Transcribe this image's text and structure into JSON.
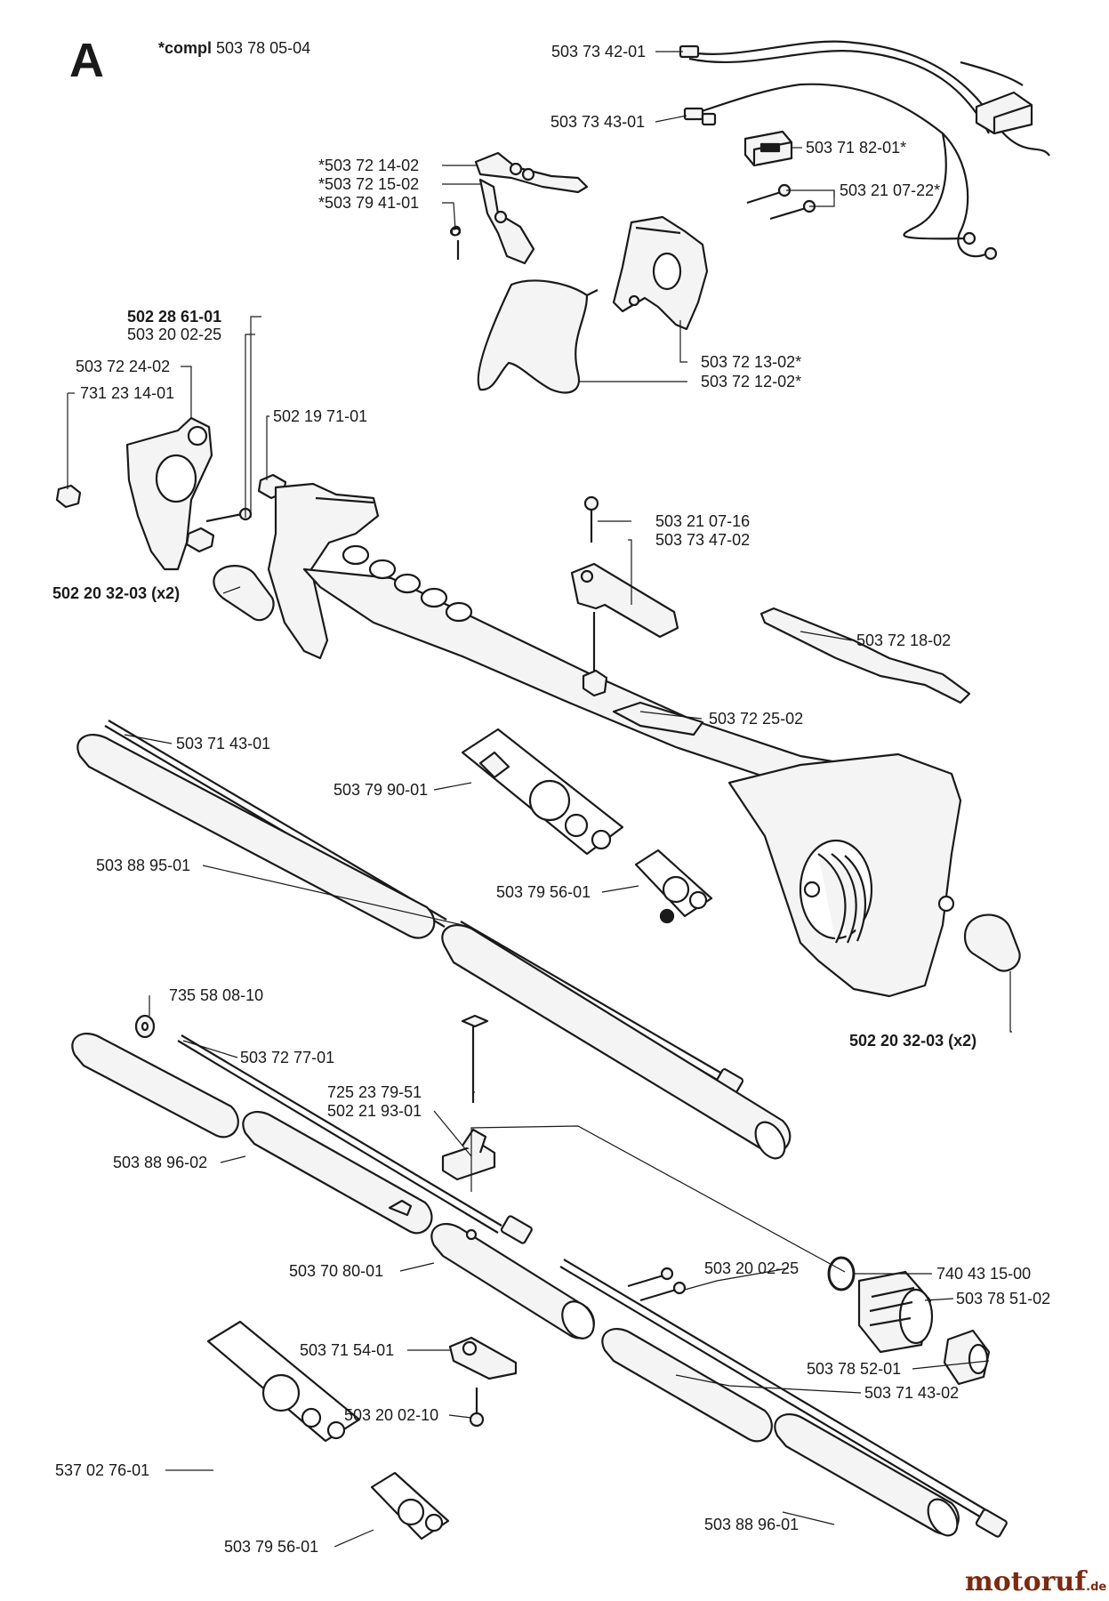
{
  "section": "A",
  "compl_note": {
    "prefix": "*compl",
    "number": "503 78 05-04"
  },
  "labels": {
    "p503734201": "503 73 42-01",
    "p503734301": "503 73 43-01",
    "p503718201": "503 71 82-01*",
    "p503721402": "*503 72 14-02",
    "p503721502": "*503 72 15-02",
    "p503794101": "*503 79 41-01",
    "p503210722": "503 21 07-22*",
    "p502286101": "502 28 61-01",
    "p503200225a": "503 20 02-25",
    "p503722402": "503 72 24-02",
    "p731231401": "731 23 14-01",
    "p503721302": "503 72 13-02*",
    "p503721202": "503 72 12-02*",
    "p502197101": "502 19 71-01",
    "p502203203a": "502 20 32-03 (x2)",
    "p503210716": "503 21 07-16",
    "p503734702": "503 73 47-02",
    "p503721802": "503 72 18-02",
    "p503722502": "503 72 25-02",
    "p503714301": "503 71 43-01",
    "p503799001": "503 79 90-01",
    "p503889501": "503 88 95-01",
    "p503795601a": "503 79 56-01",
    "p502203203b": "502 20 32-03 (x2)",
    "p735580810": "735 58 08-10",
    "p503727701": "503 72 77-01",
    "p725237951": "725 23 79-51",
    "p502219301": "502 21 93-01",
    "p503889602a": "503 88 96-02",
    "p503708001": "503 70 80-01",
    "p503200225b": "503 20 02-25",
    "p740431500": "740 43 15-00",
    "p503785102": "503 78 51-02",
    "p503715401": "503 71 54-01",
    "p503785201": "503 78 52-01",
    "p503714302": "503 71 43-02",
    "p503200210": "503 20 02-10",
    "p537027601": "537 02 76-01",
    "p503795601b": "503 79 56-01",
    "p503889601": "503 88 96-01"
  },
  "watermark": {
    "brand": "motoruf",
    "tld": ".de"
  },
  "colors": {
    "line": "#1a1a1a",
    "part_fill": "#f4f4f4",
    "watermark": "#7a2a12"
  }
}
